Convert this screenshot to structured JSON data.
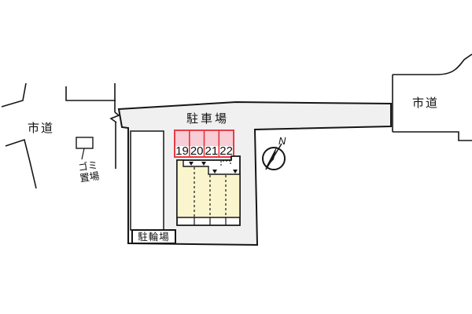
{
  "plan": {
    "parking_label": "駐車場",
    "road_left_label": "市道",
    "road_right_label": "市道",
    "garbage_label_line1": "ゴミ",
    "garbage_label_line2": "置場",
    "bicycle_label": "駐輪場",
    "compass_north": "N",
    "stalls": [
      "19",
      "20",
      "21",
      "22"
    ]
  },
  "colors": {
    "site_gray": "#f0f0f0",
    "stall_fill": "#f8cdd5",
    "stall_border": "#e53540",
    "building_fill": "#faf5cd",
    "line": "#161616"
  }
}
